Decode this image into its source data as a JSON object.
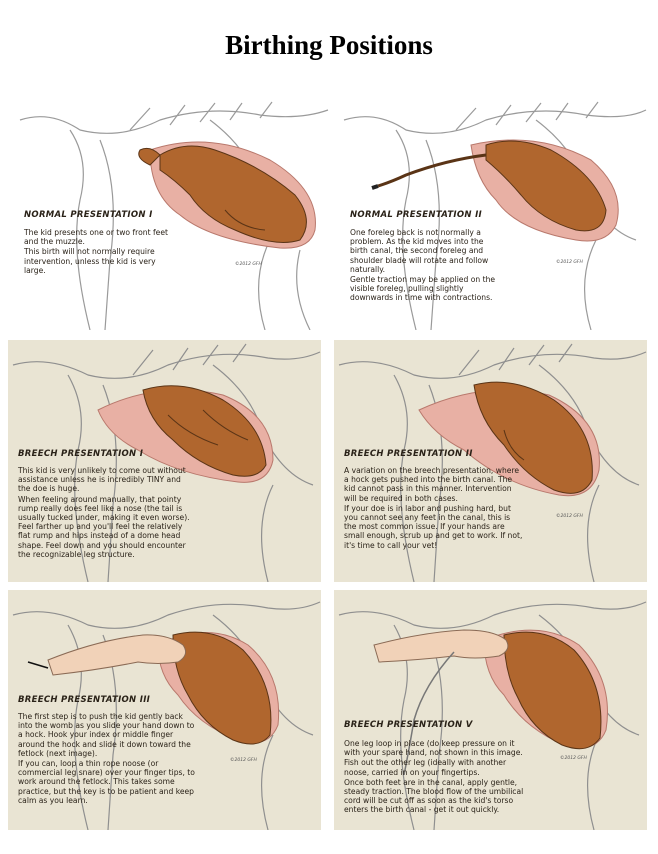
{
  "page": {
    "title": "Birthing Positions"
  },
  "panels": [
    {
      "heading": "Normal Presentation I",
      "paragraphs": [
        "The kid presents one or two front feet and the muzzle.",
        "This birth will not normally require intervention, unless the kid is very large."
      ],
      "signature": "©2012 GFH"
    },
    {
      "heading": "Normal Presentation II",
      "paragraphs": [
        "One foreleg back is not normally a problem. As the kid moves into the birth canal, the second foreleg and shoulder blade will rotate and follow naturally.",
        "Gentle traction may be applied on the visible foreleg, pulling slightly downwards in time with contractions."
      ],
      "signature": "©2012 GFH"
    },
    {
      "heading": "Breech Presentation I",
      "paragraphs": [
        "This kid is very unlikely to come out without assistance unless he is incredibly TINY and the doe is huge.",
        "When feeling around manually, that pointy rump really does feel like a nose (the tail is usually tucked under, making it even worse). Feel farther up and you'll feel the relatively flat rump and hips instead of a dome head shape. Feel down and you should encounter the recognizable leg structure."
      ],
      "signature": ""
    },
    {
      "heading": "Breech Presentation II",
      "paragraphs": [
        "A variation on the breech presentation, where a hock gets pushed into the birth canal. The kid cannot pass in this manner. Intervention will be required in both cases.",
        "If your doe is in labor and pushing hard, but you cannot see any feet in the canal, this is the most common issue. If your hands are small enough, scrub up and get to work. If not, it's time to call your vet!"
      ],
      "signature": "©2012 GFH"
    },
    {
      "heading": "Breech Presentation III",
      "paragraphs": [
        "The first step is to push the kid gently back into the womb as you slide your hand down to a hock. Hook your index or middle finger around the hock and slide it down toward the fetlock (next image).",
        "If you can, loop a thin rope noose (or commercial leg snare) over your finger tips, to work around the fetlock. This takes some practice, but the key is to be patient and keep calm as you learn."
      ],
      "signature": "©2012 GFH"
    },
    {
      "heading": "Breech Presentation V",
      "paragraphs": [
        "One leg loop in place (do keep pressure on it with your spare hand, not shown in this image.",
        "Fish out the other leg (ideally with another noose, carried in on your fingertips.",
        "Once both feet are in the canal, apply gentle, steady traction. The blood flow of the umbilical cord will be cut off as soon as the kid's torso enters the birth canal - get it out quickly."
      ],
      "signature": "©2012 GFH"
    }
  ],
  "colors": {
    "beige_background": "#e9e4d3",
    "kid_brown": "#b0662e",
    "womb_pink": "#e8b0a4",
    "skeleton_line": "#8f8f8f"
  }
}
